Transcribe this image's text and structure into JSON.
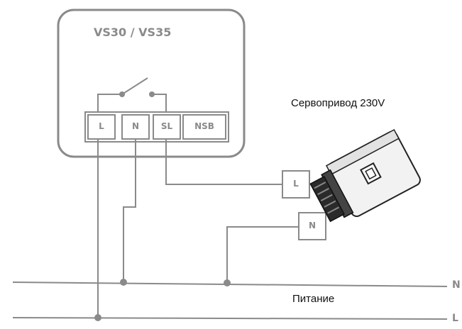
{
  "device": {
    "title": "VS30 / VS35",
    "terminals": [
      {
        "id": "L",
        "label": "L"
      },
      {
        "id": "N",
        "label": "N"
      },
      {
        "id": "SL",
        "label": "SL"
      },
      {
        "id": "NSB",
        "label": "NSB"
      }
    ]
  },
  "actuator": {
    "label": "Сервопривод 230V",
    "terminals": [
      {
        "id": "L",
        "label": "L"
      },
      {
        "id": "N",
        "label": "N"
      }
    ]
  },
  "power": {
    "label": "Питание",
    "rails": [
      {
        "id": "N",
        "label": "N"
      },
      {
        "id": "L",
        "label": "L"
      }
    ]
  },
  "colors": {
    "line": "#8a8a8a",
    "text": "#111111"
  }
}
